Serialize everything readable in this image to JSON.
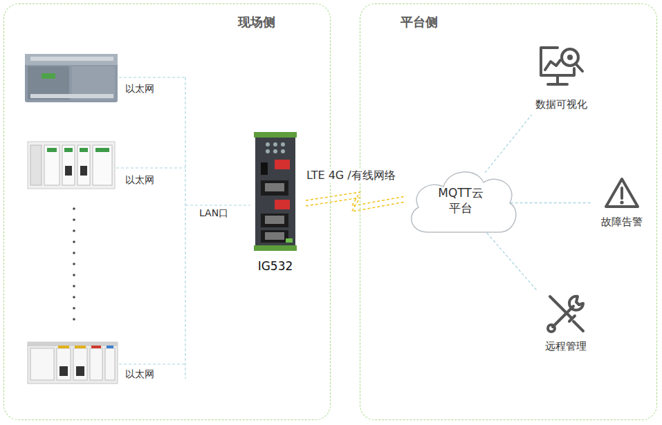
{
  "diagram": {
    "nodes": [
      {
        "text": [
          "现场侧"
        ]
      },
      {
        "text": [
          "IG532"
        ],
        "in": 0
      },
      {
        "text": [
          "平台侧"
        ]
      },
      {
        "text": [
          "MQTT云 平台"
        ],
        "in": 2
      },
      {
        "text": [
          "数据可视化"
        ],
        "in": 2
      },
      {
        "text": [
          "故障告警"
        ],
        "in": 2
      },
      {
        "text": [
          "远程管理"
        ],
        "in": 2
      }
    ],
    "edges": [
      {
        "from": 1,
        "to": 3,
        "arrow": "none",
        "label": "LTE 4G /有线网络"
      },
      {
        "from": 3,
        "to": 4,
        "arrow": "none"
      },
      {
        "from": 3,
        "to": 5,
        "arrow": "none"
      },
      {
        "from": 3,
        "to": 6,
        "arrow": "none"
      }
    ],
    "labels": [
      "以太网",
      "以太网",
      "以太网",
      "LAN口"
    ]
  }
}
